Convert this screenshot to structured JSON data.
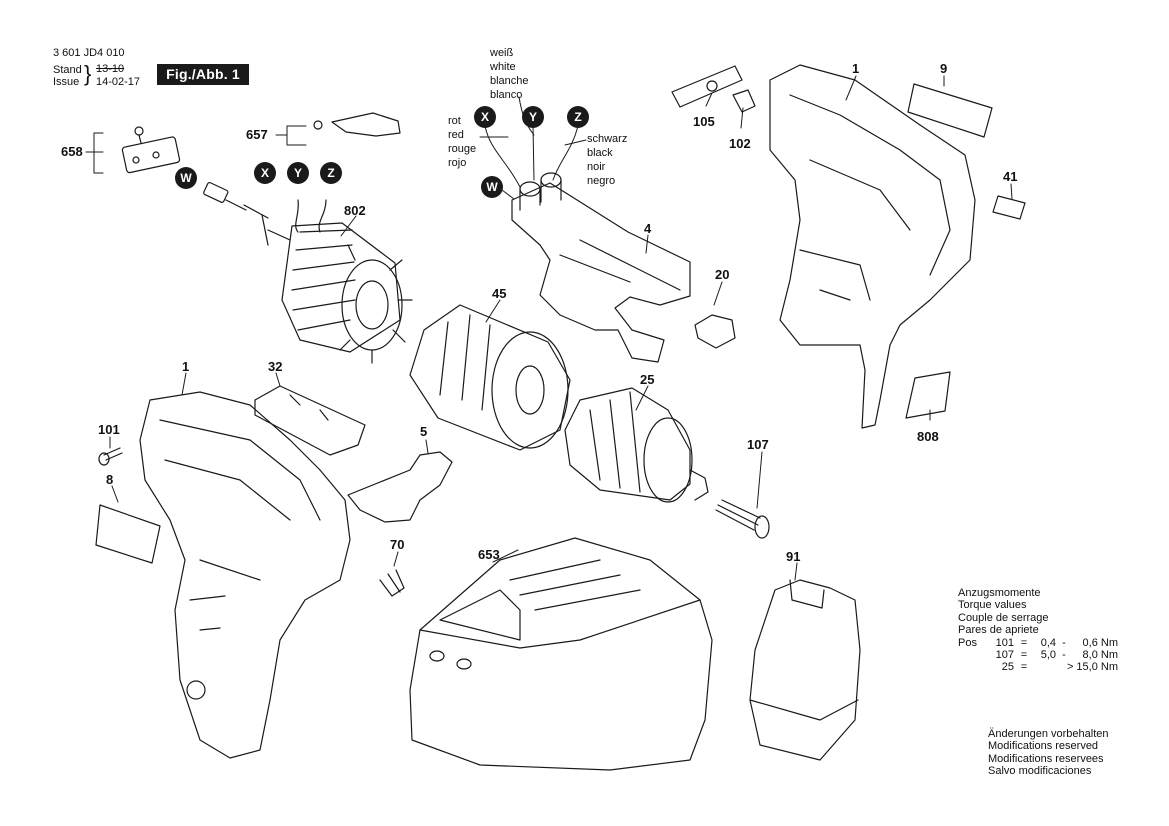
{
  "header": {
    "doc_number": "3 601 JD4 010",
    "stand_label": "Stand",
    "issue_label": "Issue",
    "old_date": "13-10",
    "new_date": "14-02-17",
    "figure_label": "Fig./Abb. 1"
  },
  "wire_labels": {
    "white": [
      "weiß",
      "white",
      "blanche",
      "blanco"
    ],
    "red": [
      "rot",
      "red",
      "rouge",
      "rojo"
    ],
    "black": [
      "schwarz",
      "black",
      "noir",
      "negro"
    ]
  },
  "terminals": {
    "x": "X",
    "y": "Y",
    "z": "Z",
    "w": "W"
  },
  "part_numbers": {
    "p658": "658",
    "p657": "657",
    "p802": "802",
    "p4": "4",
    "p20": "20",
    "p45": "45",
    "p25": "25",
    "p107": "107",
    "p1_top": "1",
    "p9": "9",
    "p105": "105",
    "p102": "102",
    "p41": "41",
    "p808": "808",
    "p1_bottom": "1",
    "p32": "32",
    "p101": "101",
    "p8": "8",
    "p5": "5",
    "p70": "70",
    "p653": "653",
    "p91": "91"
  },
  "torque": {
    "titles": [
      "Anzugsmomente",
      "Torque values",
      "Couple de serrage",
      "Pares de apriete"
    ],
    "pos_label": "Pos",
    "rows": [
      {
        "pos": "101",
        "eq": "=",
        "min": "0,4",
        "dash": "-",
        "max": "0,6 Nm"
      },
      {
        "pos": "107",
        "eq": "=",
        "min": "5,0",
        "dash": "-",
        "max": "8,0 Nm"
      },
      {
        "pos": "25",
        "eq": "=",
        "min": "",
        "dash": "",
        "max": "> 15,0 Nm"
      }
    ]
  },
  "notes": [
    "Änderungen vorbehalten",
    "Modifications reserved",
    "Modifications reservees",
    "Salvo modificaciones"
  ]
}
